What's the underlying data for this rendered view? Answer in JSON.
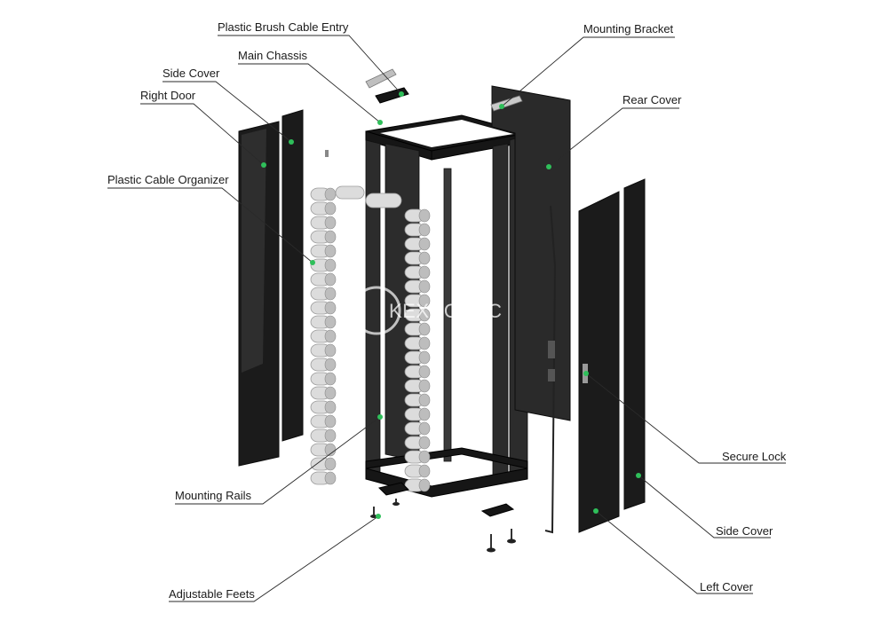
{
  "watermark": "KEXCONEC",
  "labels": {
    "plastic_brush_cable_entry": "Plastic Brush Cable Entry",
    "main_chassis": "Main Chassis",
    "side_cover_top": "Side Cover",
    "right_door": "Right Door",
    "plastic_cable_organizer": "Plastic Cable Organizer",
    "mounting_bracket": "Mounting Bracket",
    "rear_cover": "Rear Cover",
    "secure_lock": "Secure Lock",
    "side_cover_bottom": "Side Cover",
    "left_cover": "Left Cover",
    "mounting_rails": "Mounting Rails",
    "adjustable_feets": "Adjustable Feets"
  },
  "colors": {
    "marker": "#2fbf5a",
    "panel": "#1b1b1b",
    "organizer": "#dcdcdc"
  }
}
